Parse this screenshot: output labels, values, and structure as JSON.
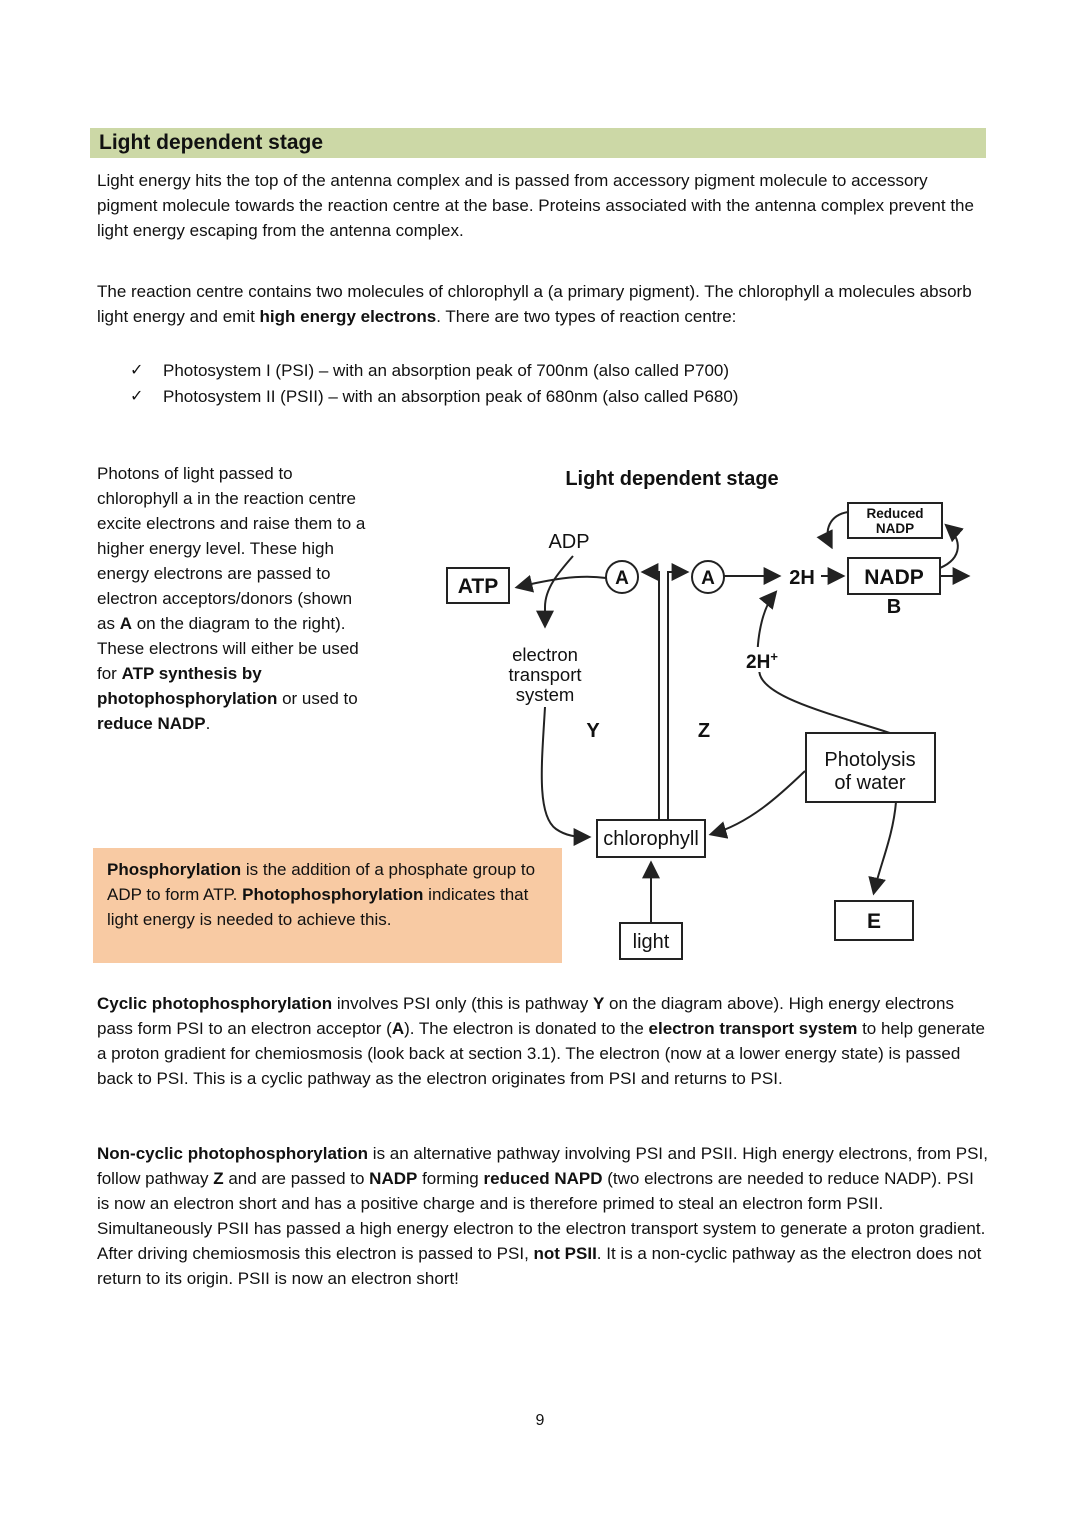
{
  "heading": {
    "title": "Light dependent stage"
  },
  "intro": {
    "p1": "Light energy hits the top of the antenna complex and is passed from accessory pigment molecule to accessory pigment molecule towards the reaction centre at the base. Proteins associated with the antenna complex prevent the light energy escaping from the antenna complex.",
    "p2_segments": [
      {
        "t": "The reaction centre contains two molecules of chlorophyll a (a primary pigment). The chlorophyll a molecules absorb light energy and emit "
      },
      {
        "t": "high energy electrons",
        "b": true
      },
      {
        "t": ". There are two types of reaction centre:"
      }
    ],
    "bullets": [
      {
        "check": "✓",
        "text": "Photosystem I (PSI) – with an absorption peak of 700nm (also called P700)"
      },
      {
        "check": "✓",
        "text": "Photosystem II (PSII) – with an absorption peak of 680nm (also called P680)"
      }
    ]
  },
  "side_text": {
    "segments": [
      {
        "t": "Photons of light passed to chlorophyll a in the reaction centre excite electrons and raise them to a higher energy level. These high energy electrons are passed to electron acceptors/donors (shown as "
      },
      {
        "t": "A",
        "b": true
      },
      {
        "t": " on the diagram to the right). These electrons will either be used for "
      },
      {
        "t": "ATP synthesis by photophosphorylation",
        "b": true
      },
      {
        "t": " or used to "
      },
      {
        "t": "reduce NADP",
        "b": true
      },
      {
        "t": "."
      }
    ]
  },
  "note_box": {
    "segments": [
      {
        "t": "Phosphorylation",
        "b": true
      },
      {
        "t": " is the addition of a phosphate group to ADP to form ATP. "
      },
      {
        "t": "Photophosphorylation",
        "b": true
      },
      {
        "t": " indicates that light energy is needed to achieve this."
      }
    ]
  },
  "cyclic": {
    "segments": [
      {
        "t": "Cyclic photophosphorylation",
        "b": true
      },
      {
        "t": " involves PSI only (this is pathway "
      },
      {
        "t": "Y",
        "b": true
      },
      {
        "t": " on the diagram above). High energy electrons pass form PSI to an electron acceptor ("
      },
      {
        "t": "A",
        "b": true
      },
      {
        "t": "). The electron is donated to the "
      },
      {
        "t": "electron transport system",
        "b": true
      },
      {
        "t": " to help generate a proton gradient for chemiosmosis (look back at section 3.1). The electron (now at a lower energy state) is passed back to PSI. This is a cyclic pathway as the electron originates from PSI and returns to PSI."
      }
    ]
  },
  "noncyclic": {
    "segments": [
      {
        "t": "Non-cyclic photophosphorylation",
        "b": true
      },
      {
        "t": " is an alternative pathway involving PSI and PSII. High energy electrons, from PSI, follow pathway "
      },
      {
        "t": "Z",
        "b": true
      },
      {
        "t": " and are passed to "
      },
      {
        "t": "NADP",
        "b": true
      },
      {
        "t": " forming "
      },
      {
        "t": "reduced NAPD",
        "b": true
      },
      {
        "t": " (two electrons are needed to reduce NADP). PSI is now an electron short and has a positive charge and is therefore primed to steal an electron form PSII. Simultaneously PSII has passed a high energy electron to the electron transport system to generate a proton gradient. After driving chemiosmosis this electron is passed to PSI, "
      },
      {
        "t": "not PSII",
        "b": true
      },
      {
        "t": ".  It is a non-cyclic pathway as the electron does not return to its origin. PSII is now an electron short!"
      }
    ]
  },
  "diagram": {
    "title": "Light dependent stage",
    "labels": {
      "atp": "ATP",
      "adp": "ADP",
      "acceptor": "A",
      "ets": [
        "electron",
        "transport",
        "system"
      ],
      "pathway_y": "Y",
      "pathway_z": "Z",
      "two_h": "2H",
      "two_h_plus_base": "2H",
      "plus": "+",
      "nadp": "NADP",
      "b": "B",
      "reduced_nadp": [
        "Reduced",
        "NADP"
      ],
      "photolysis": [
        "Photolysis",
        "of water"
      ],
      "chlorophyll": "chlorophyll",
      "light": "light",
      "e": "E"
    }
  },
  "page": {
    "number": "9"
  },
  "colors": {
    "heading_bg": "#ccd8a6",
    "note_bg": "#f8caa3"
  }
}
